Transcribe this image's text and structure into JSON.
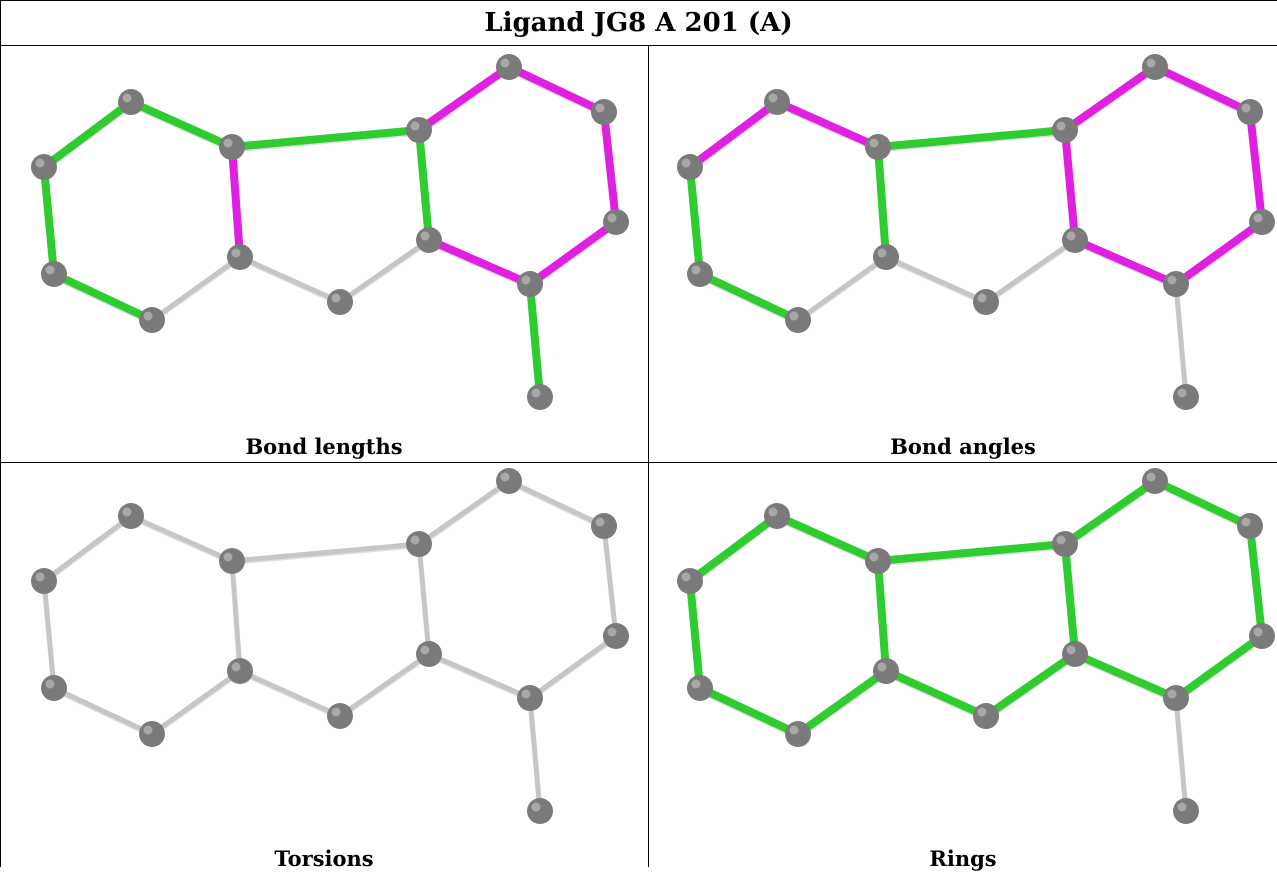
{
  "title": "Ligand JG8 A 201 (A)",
  "colors": {
    "green": "#2ecc2e",
    "magenta": "#e020e0",
    "grey_bond": "#c6c6c6",
    "atom": "#7a7a7a"
  },
  "panels": [
    {
      "caption": "Bond lengths"
    },
    {
      "caption": "Bond angles"
    },
    {
      "caption": "Torsions"
    },
    {
      "caption": "Rings"
    }
  ]
}
